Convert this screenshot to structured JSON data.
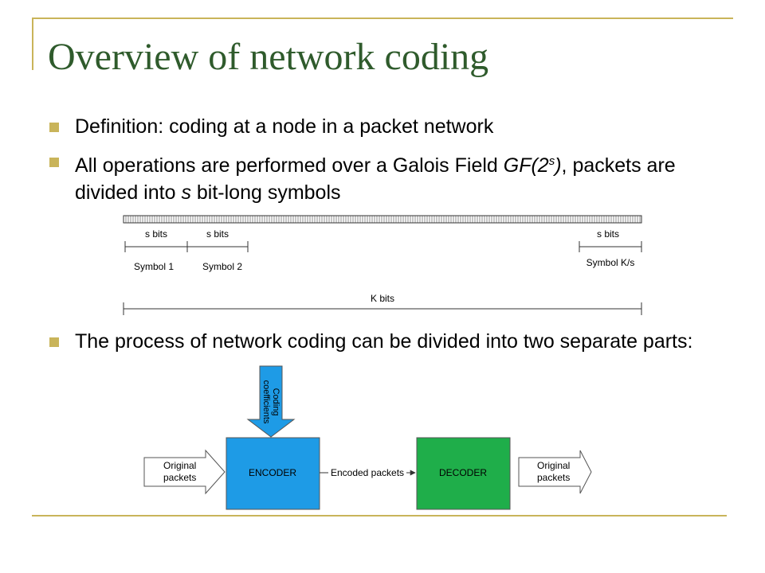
{
  "slide": {
    "title": "Overview of network coding",
    "bullets": {
      "b1": "Definition: coding at a node in a packet network",
      "b2_part1": "All operations are performed over a Galois Field ",
      "b2_gf": "GF(2",
      "b2_sup": "s",
      "b2_close": ")",
      "b2_part2": ", packets are divided into ",
      "b2_s": "s",
      "b2_part3": " bit-long symbols",
      "b3": "The process of network coding can be divided into two separate parts:"
    }
  },
  "bit_diagram": {
    "s_bits": "s bits",
    "symbol1": "Symbol 1",
    "symbol2": "Symbol 2",
    "symbol_last": "Symbol K/s",
    "k_bits": "K bits"
  },
  "flow_diagram": {
    "input_line1": "Original",
    "input_line2": "packets",
    "encoder": "ENCODER",
    "encoded_packets": "Encoded packets",
    "decoder": "DECODER",
    "output_line1": "Original",
    "output_line2": "packets",
    "coef_line1": "Coding",
    "coef_line2": "coefficients",
    "colors": {
      "encoder": "#1e9be6",
      "decoder": "#1fae4a",
      "accent": "#c9b45a",
      "title": "#2f5b2c"
    }
  }
}
